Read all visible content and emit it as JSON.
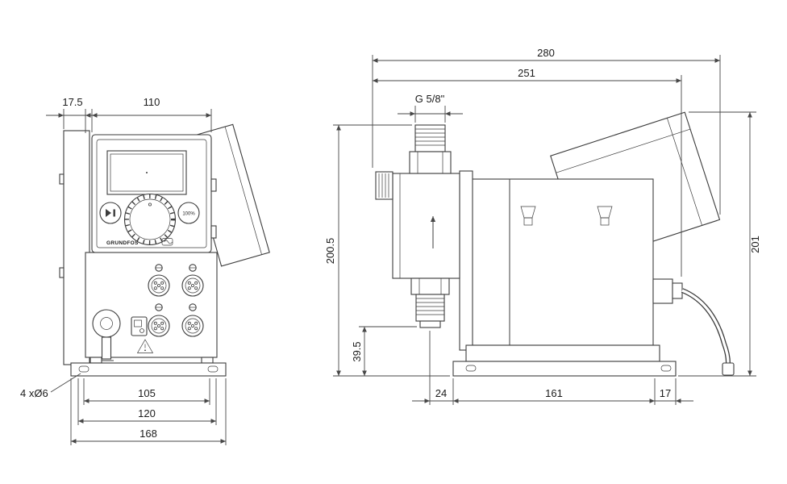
{
  "front": {
    "labels": {
      "brand": "GRUNDFOS",
      "capacity_button": "100%"
    },
    "dims": {
      "panel_offset": "17.5",
      "top_width": "110",
      "holes_note": "4 xØ6",
      "base_inner": "105",
      "base_mid": "120",
      "base_total": "168"
    }
  },
  "side": {
    "dims": {
      "total_length": "280",
      "upper_length": "251",
      "thread": "G 5/8\"",
      "total_height": "200.5",
      "base_height": "39.5",
      "rear_height": "201",
      "base_front": "24",
      "base_length": "161",
      "base_rear": "17"
    }
  }
}
